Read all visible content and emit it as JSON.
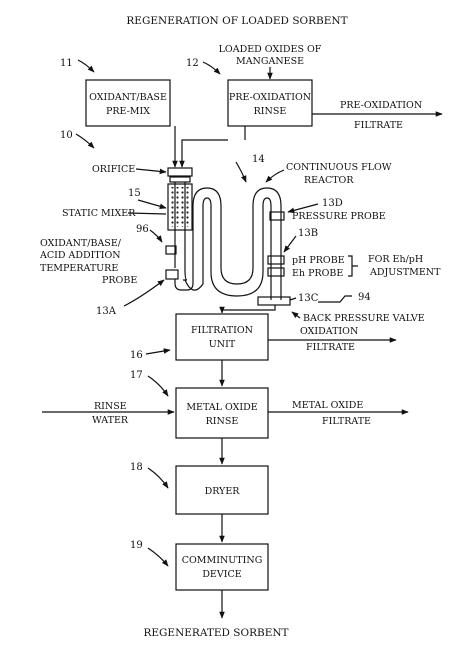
{
  "title": "REGENERATION OF LOADED SORBENT",
  "boxes": {
    "premix": {
      "ref": "11",
      "line1": "OXIDANT/BASE",
      "line2": "PRE-MIX"
    },
    "preox": {
      "ref": "12",
      "line1": "PRE-OXIDATION",
      "line2": "RINSE"
    },
    "filtration": {
      "ref": "16",
      "line1": "FILTRATION",
      "line2": "UNIT"
    },
    "metal_rinse": {
      "ref": "17",
      "line1": "METAL OXIDE",
      "line2": "RINSE"
    },
    "dryer": {
      "ref": "18",
      "line1": "DRYER"
    },
    "comminuting": {
      "ref": "19",
      "line1": "COMMINUTING",
      "line2": "DEVICE"
    }
  },
  "labels": {
    "loaded_oxides_1": "LOADED OXIDES OF",
    "loaded_oxides_2": "MANGANESE",
    "preox_filtrate_1": "PRE-OXIDATION",
    "preox_filtrate_2": "FILTRATE",
    "system_ref": "10",
    "orifice": "ORIFICE",
    "reactor_ref": "14",
    "reactor_1": "CONTINUOUS FLOW",
    "reactor_2": "REACTOR",
    "mixer_ref": "15",
    "static_mixer": "STATIC MIXER",
    "addition_ref": "96",
    "addition_1": "OXIDANT/BASE/",
    "addition_2": "ACID ADDITION",
    "temp_1": "TEMPERATURE",
    "temp_2": "PROBE",
    "temp_ref": "13A",
    "pressure_ref": "13D",
    "pressure_probe": "PRESSURE PROBE",
    "probe_group_ref": "13B",
    "ph_probe": "pH PROBE",
    "eh_probe": "Eh PROBE",
    "eh_ph_1": "FOR Eh/pH",
    "eh_ph_2": "ADJUSTMENT",
    "valve_ref": "13C",
    "valve_num": "94",
    "back_pressure": "BACK PRESSURE VALVE",
    "ox_filtrate_1": "OXIDATION",
    "ox_filtrate_2": "FILTRATE",
    "rinse_1": "RINSE",
    "rinse_2": "WATER",
    "mo_filtrate_1": "METAL OXIDE",
    "mo_filtrate_2": "FILTRATE",
    "output": "REGENERATED SORBENT"
  }
}
